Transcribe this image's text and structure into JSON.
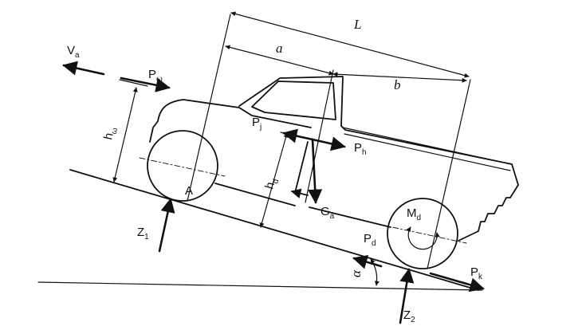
{
  "labels": {
    "va": {
      "main": "V",
      "sub": "a"
    },
    "pw": {
      "main": "P",
      "sub": "ω"
    },
    "hw": {
      "main": "h",
      "sub": "ω"
    },
    "a": "a",
    "b": "b",
    "L": "L",
    "pj": {
      "main": "P",
      "sub": "j"
    },
    "ph": {
      "main": "P",
      "sub": "h"
    },
    "hd": {
      "main": "h",
      "sub": "d"
    },
    "ga": {
      "main": "G",
      "sub": "a"
    },
    "pointA": "A",
    "md": {
      "main": "M",
      "sub": "d"
    },
    "z1": {
      "main": "Z",
      "sub": "1"
    },
    "pd": {
      "main": "P",
      "sub": "d"
    },
    "pk": {
      "main": "P",
      "sub": "k"
    },
    "alpha": "α",
    "z2": {
      "main": "Z",
      "sub": "2"
    }
  }
}
